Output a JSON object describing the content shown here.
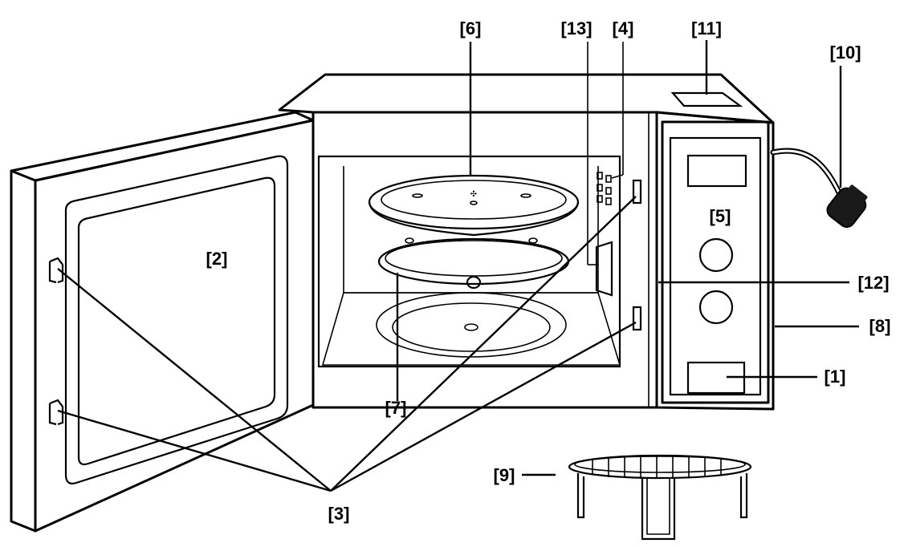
{
  "labels": {
    "control_panel_button": "[1]",
    "door_window": "[2]",
    "door_latches": "[3]",
    "latch_receiver": "[4]",
    "control_panel": "[5]",
    "turntable_glass": "[6]",
    "roller_ring": "[7]",
    "housing": "[8]",
    "grill_rack": "[9]",
    "power_cord": "[10]",
    "vent": "[11]",
    "cavity": "[12]",
    "waveguide_cover": "[13]"
  },
  "colors": {
    "ink": "#000000",
    "background": "#ffffff",
    "cord_plug": "#1a1a1a"
  }
}
